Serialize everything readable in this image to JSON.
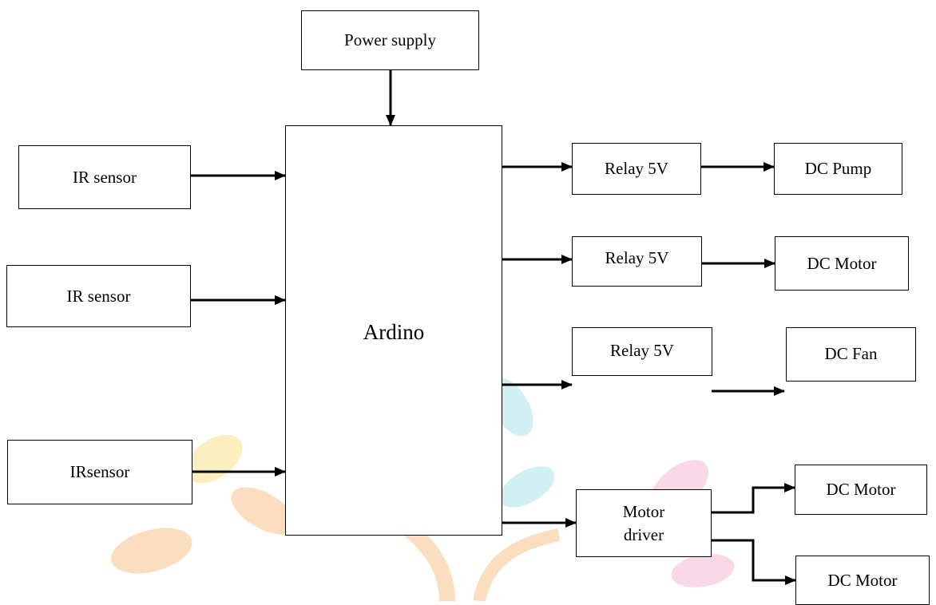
{
  "blocks": {
    "power_supply": "Power supply",
    "ir_sensor_1": "IR sensor",
    "ir_sensor_2": "IR sensor",
    "ir_sensor_3": "IRsensor",
    "controller": "Ardino",
    "relay_1": "Relay 5V",
    "relay_2": "Relay 5V",
    "relay_3": "Relay 5V",
    "dc_pump": "DC Pump",
    "dc_motor_1": "DC Motor",
    "dc_fan": "DC Fan",
    "motor_driver": "Motor\ndriver",
    "dc_motor_2": "DC Motor",
    "dc_motor_3": "DC Motor"
  },
  "colors": {
    "line": "#000000",
    "box_border": "#000000",
    "background": "#ffffff",
    "watermark_orange": "#f6c48a",
    "watermark_yellow": "#f8e08a",
    "watermark_pink": "#f5b8d6",
    "watermark_cyan": "#a9e4ec"
  },
  "watermark": "decorative-leaf-logo"
}
